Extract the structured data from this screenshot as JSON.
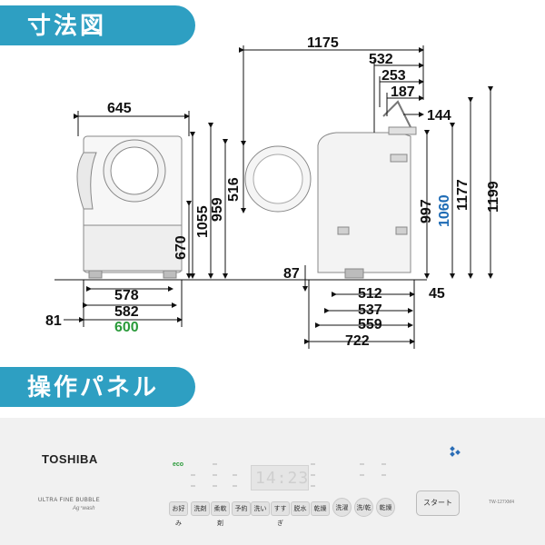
{
  "headers": {
    "dimensions": "寸法図",
    "control_panel": "操作パネル"
  },
  "dimensions": {
    "front_width_top": "645",
    "door_diameter": "516",
    "height_1055": "1055",
    "height_959": "959",
    "height_670": "670",
    "base_578": "578",
    "base_582": "582",
    "width_600": "600",
    "foot_81": "81",
    "total_depth_1175": "1175",
    "depth_532": "532",
    "depth_253": "253",
    "depth_187": "187",
    "depth_144": "144",
    "height_997": "997",
    "height_1060": "1060",
    "height_1177": "1177",
    "height_1199": "1199",
    "foot_87": "87",
    "depth_512": "512",
    "side_45": "45",
    "depth_537": "537",
    "depth_559": "559",
    "depth_722": "722"
  },
  "panel": {
    "brand": "TOSHIBA",
    "ufb_line": "ULTRA FINE BUBBLE",
    "ag_line": "Ag⁺wash",
    "eco_label": "eco",
    "model": "TW-127XM4",
    "display_text": "14:23",
    "start_label": "スタート",
    "buttons": [
      "お好み",
      "洗剤",
      "柔軟剤",
      "予約",
      "洗い",
      "すすぎ",
      "脱水",
      "乾燥",
      "洗濯",
      "洗/乾",
      "乾燥"
    ]
  },
  "colors": {
    "accent": "#2e9fc2",
    "dim_blue": "#1d6bb5",
    "dim_green": "#2a9a3a"
  }
}
